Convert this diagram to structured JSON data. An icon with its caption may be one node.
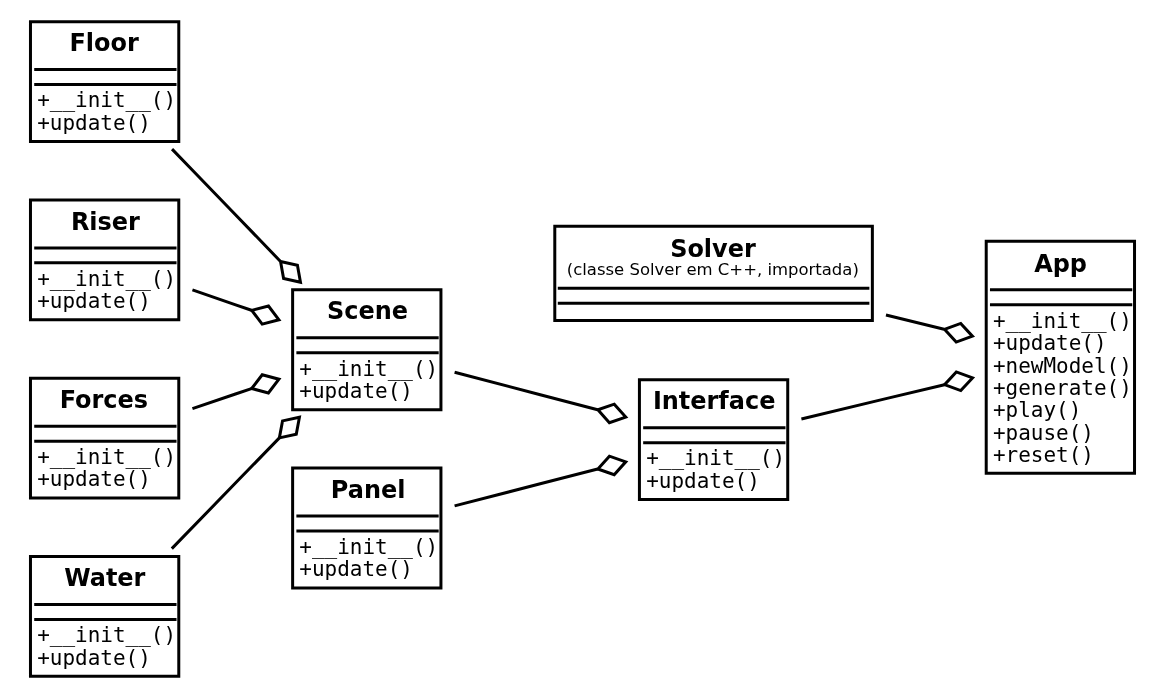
{
  "diagram": {
    "nodes": [
      {
        "text": [
          "App",
          "+__init__()",
          "+update()",
          "+newModel()",
          "+generate()",
          "+play()",
          "+pause()",
          "+reset()"
        ]
      },
      {
        "text": [
          "Floor",
          "+__init__()",
          "+update()"
        ]
      },
      {
        "text": [
          "Solver",
          "(classe Solver em C++, importada)"
        ]
      },
      {
        "text": [
          "Riser",
          "+__init__()",
          "+update()"
        ]
      },
      {
        "text": [
          "Scene",
          "+__init__()",
          "+update()"
        ]
      },
      {
        "text": [
          "Interface",
          "+__init__()",
          "+update()"
        ]
      },
      {
        "text": [
          "Forces",
          "+__init__()",
          "+update()"
        ]
      },
      {
        "text": [
          "Water",
          "+__init__()",
          "+update()"
        ]
      },
      {
        "text": [
          "Panel",
          "+__init__()",
          "+update()"
        ]
      }
    ],
    "edges": [
      {
        "from": 1,
        "to": 4,
        "arrow": "other"
      },
      {
        "from": 3,
        "to": 4,
        "arrow": "other"
      },
      {
        "from": 6,
        "to": 4,
        "arrow": "other"
      },
      {
        "from": 7,
        "to": 4,
        "arrow": "other"
      },
      {
        "from": 4,
        "to": 5,
        "arrow": "other"
      },
      {
        "from": 5,
        "to": 0,
        "arrow": "other"
      },
      {
        "from": 2,
        "to": 0,
        "arrow": "other"
      },
      {
        "from": 8,
        "to": 5,
        "arrow": "other"
      }
    ]
  }
}
